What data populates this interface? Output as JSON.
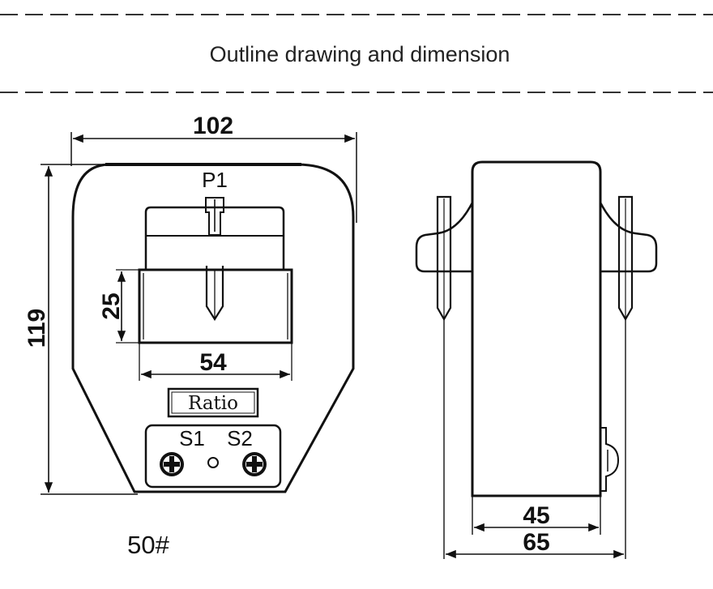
{
  "header": {
    "title": "Outline drawing and dimension"
  },
  "front_view": {
    "terminal_primary": "P1",
    "terminal_secondary_1": "S1",
    "terminal_secondary_2": "S2",
    "nameplate_label": "Ratio",
    "dimensions": {
      "overall_width": "102",
      "overall_height": "119",
      "window_height": "25",
      "window_width": "54"
    }
  },
  "side_view": {
    "dimensions": {
      "body_depth": "45",
      "overall_depth": "65"
    }
  },
  "model_label": "50#"
}
